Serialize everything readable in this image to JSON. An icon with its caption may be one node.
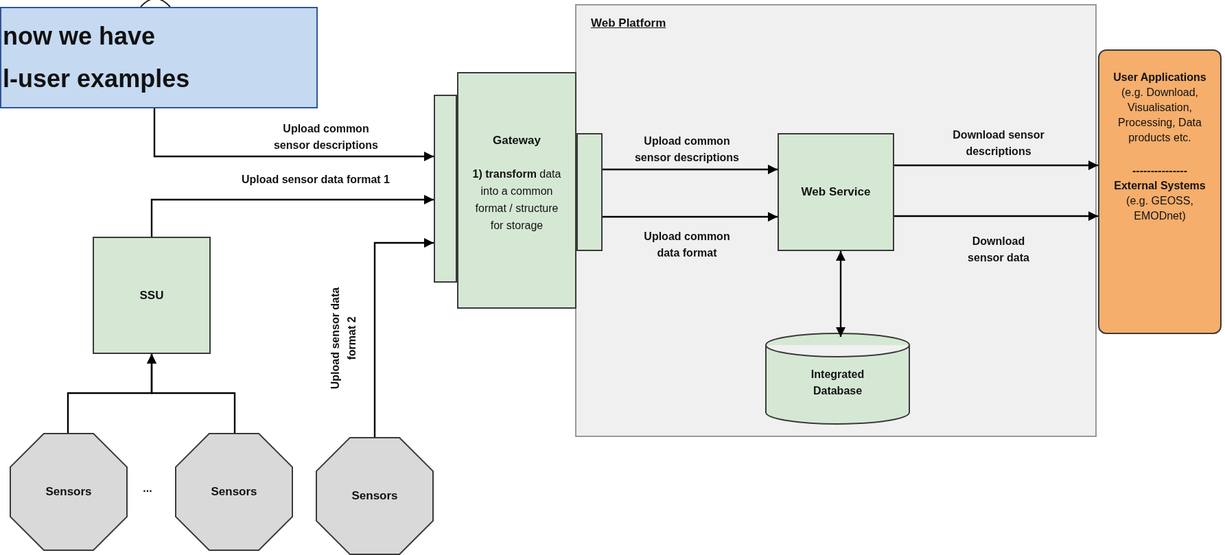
{
  "diagram": {
    "nodes": [
      {
        "text": [
          "now we have l-user examples"
        ]
      },
      {
        "text": [
          "Web Platform"
        ]
      },
      {
        "text": [],
        "shape": "box"
      },
      {
        "text": [
          "Gateway",
          "**1) transform** data into a common format / structure for storage"
        ]
      },
      {
        "text": [],
        "shape": "box",
        "in": 1
      },
      {
        "text": [
          "Web Service"
        ],
        "in": 1
      },
      {
        "text": [
          "Integrated Database"
        ],
        "in": 1
      },
      {
        "text": [
          "User Applications",
          "(e.g. Download, Visualisation, Processing, Data products etc.",
          "---------------",
          "External Systems",
          "(e.g. GEOSS, EMODnet)"
        ]
      },
      {
        "text": [
          "SSU"
        ]
      },
      {
        "text": [
          "Sensors"
        ]
      },
      {
        "text": [
          "Sensors"
        ]
      },
      {
        "text": [
          "Sensors"
        ]
      }
    ],
    "edges": [
      {
        "from": 0,
        "to": 2,
        "arrow": "to",
        "label": "Upload common sensor descriptions"
      },
      {
        "from": 8,
        "to": 2,
        "arrow": "to",
        "label": "Upload sensor data format 1"
      },
      {
        "from": 11,
        "to": 2,
        "arrow": "to",
        "label": "Upload sensor data format 2"
      },
      {
        "from": 4,
        "to": 5,
        "arrow": "to",
        "label": "Upload common sensor descriptions"
      },
      {
        "from": 4,
        "to": 5,
        "arrow": "to",
        "label": "Upload common data format"
      },
      {
        "from": 5,
        "to": 7,
        "arrow": "to",
        "label": "Download sensor descriptions"
      },
      {
        "from": 5,
        "to": 7,
        "arrow": "to",
        "label": "Download sensor data"
      },
      {
        "from": 5,
        "to": 6,
        "arrow": "both"
      },
      {
        "from": 9,
        "to": 8,
        "arrow": "to"
      },
      {
        "from": 10,
        "to": 8,
        "arrow": "to"
      }
    ],
    "labels": [
      "..."
    ]
  }
}
